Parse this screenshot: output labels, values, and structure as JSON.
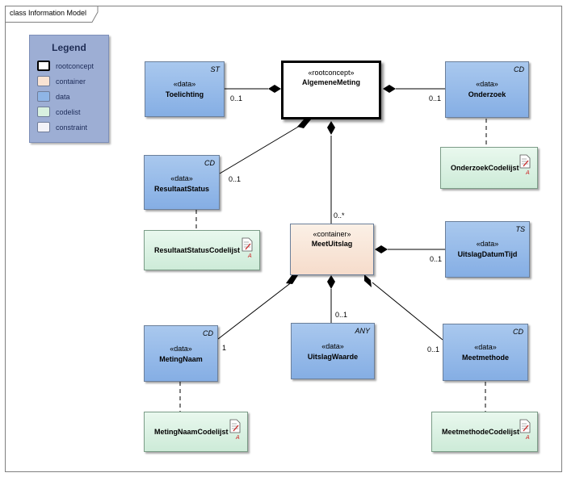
{
  "diagram": {
    "frame_title": "class Information Model"
  },
  "legend": {
    "title": "Legend",
    "items": [
      {
        "label": "rootconcept",
        "color": "#ffffff"
      },
      {
        "label": "container",
        "color": "#f9e3d3"
      },
      {
        "label": "data",
        "color": "#8fb5e6"
      },
      {
        "label": "codelist",
        "color": "#d8f1e0"
      },
      {
        "label": "constraint",
        "color": "#f2f2f8"
      }
    ]
  },
  "classes": {
    "toelichting": {
      "stereotype": "«data»",
      "name": "Toelichting",
      "type": "ST"
    },
    "algemene_meting": {
      "stereotype": "«rootconcept»",
      "name": "AlgemeneMeting"
    },
    "onderzoek": {
      "stereotype": "«data»",
      "name": "Onderzoek",
      "type": "CD"
    },
    "resultaat_status": {
      "stereotype": "«data»",
      "name": "ResultaatStatus",
      "type": "CD"
    },
    "meet_uitslag": {
      "stereotype": "«container»",
      "name": "MeetUitslag"
    },
    "uitslag_datum_tijd": {
      "stereotype": "«data»",
      "name": "UitslagDatumTijd",
      "type": "TS"
    },
    "meting_naam": {
      "stereotype": "«data»",
      "name": "MetingNaam",
      "type": "CD"
    },
    "uitslag_waarde": {
      "stereotype": "«data»",
      "name": "UitslagWaarde",
      "type": "ANY"
    },
    "meetmethode": {
      "stereotype": "«data»",
      "name": "Meetmethode",
      "type": "CD"
    }
  },
  "codelists": {
    "onderzoek": {
      "name": "OnderzoekCodelijst",
      "badge": "A"
    },
    "resultaat_status": {
      "name": "ResultaatStatusCodelijst",
      "badge": "A"
    },
    "meting_naam": {
      "name": "MetingNaamCodelijst",
      "badge": "A"
    },
    "meetmethode": {
      "name": "MeetmethodeCodelijst",
      "badge": "A"
    }
  },
  "multiplicities": {
    "toelichting": "0..1",
    "onderzoek": "0..1",
    "resultaat_status": "0..1",
    "meet_uitslag": "0..*",
    "uitslag_datum_tijd": "0..1",
    "meting_naam": "1",
    "uitslag_waarde": "0..1",
    "meetmethode": "0..1"
  }
}
